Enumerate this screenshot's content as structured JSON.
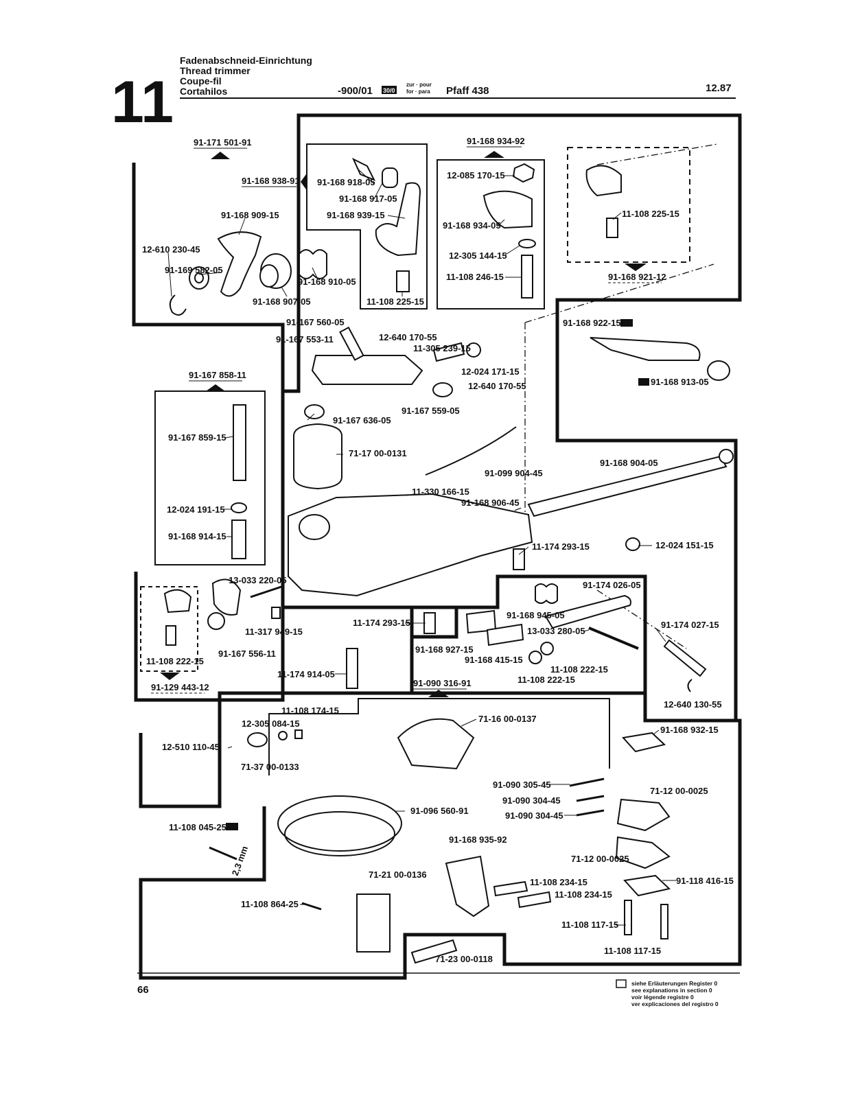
{
  "header": {
    "section_number": "11",
    "titles": [
      "Fadenabschneid-Einrichtung",
      "Thread trimmer",
      "Coupe-fil",
      "Cortahilos"
    ],
    "model_code": "-900/01",
    "model_badge": "30/0",
    "for_label_top": "zur · pour",
    "for_label_bottom": "for · para",
    "machine": "Pfaff 438",
    "date": "12.87"
  },
  "footer": {
    "page_number": "66",
    "legend_lines": [
      "siehe Erläuterungen Register 0",
      "see explanations in section 0",
      "voir légende registre 0",
      "ver explicaciones del registro 0"
    ]
  },
  "group_labels": [
    "91-171 501-91",
    "91-168 938-91",
    "91-168 934-92",
    "91-168 921-12",
    "91-167 858-11",
    "91-129 443-12",
    "91-090 316-91"
  ],
  "part_labels": [
    "91-168 918-05",
    "91-168 917-05",
    "91-168 939-15",
    "91-168 909-15",
    "12-610 230-45",
    "91-169 582-05",
    "91-168 910-05",
    "91-168 907-05",
    "11-108 225-15",
    "12-085 170-15",
    "91-168 934-05",
    "12-305 144-15",
    "11-108 246-15",
    "11-108 225-15",
    "91-167 560-05",
    "91-167 553-11",
    "12-640 170-55",
    "11-305 239-15",
    "12-024 171-15",
    "12-640 170-55",
    "91-167 559-05",
    "91-168 922-15",
    "91-168 913-05",
    "91-167 636-05",
    "71-17 00-0131",
    "91-099 904-45",
    "91-168 904-05",
    "91-167 859-15",
    "12-024 191-15",
    "91-168 914-15",
    "11-330 166-15",
    "91-168 906-45",
    "11-174 293-15",
    "12-024 151-15",
    "13-033 220-05",
    "91-174 026-05",
    "91-168 945-05",
    "11-317 949-15",
    "11-108 222-15",
    "91-167 556-11",
    "11-174 293-15",
    "13-033 280-05",
    "91-174 027-15",
    "91-168 927-15",
    "91-168 415-15",
    "11-108 222-15",
    "11-108 222-15",
    "11-174 914-05",
    "12-640 130-55",
    "11-108 174-15",
    "12-305 084-15",
    "71-16 00-0137",
    "12-510 110-45",
    "71-37 00-0133",
    "91-168 932-15",
    "91-090 305-45",
    "71-12 00-0025",
    "91-090 304-45",
    "91-090 304-45",
    "91-096 560-91",
    "11-108 045-25",
    "2,3 mm",
    "91-168 935-92",
    "71-12 00-0025",
    "71-21 00-0136",
    "11-108 234-15",
    "91-118 416-15",
    "11-108 234-15",
    "11-108 864-25",
    "11-108 117-15",
    "11-108 117-15",
    "71-23 00-0118"
  ]
}
